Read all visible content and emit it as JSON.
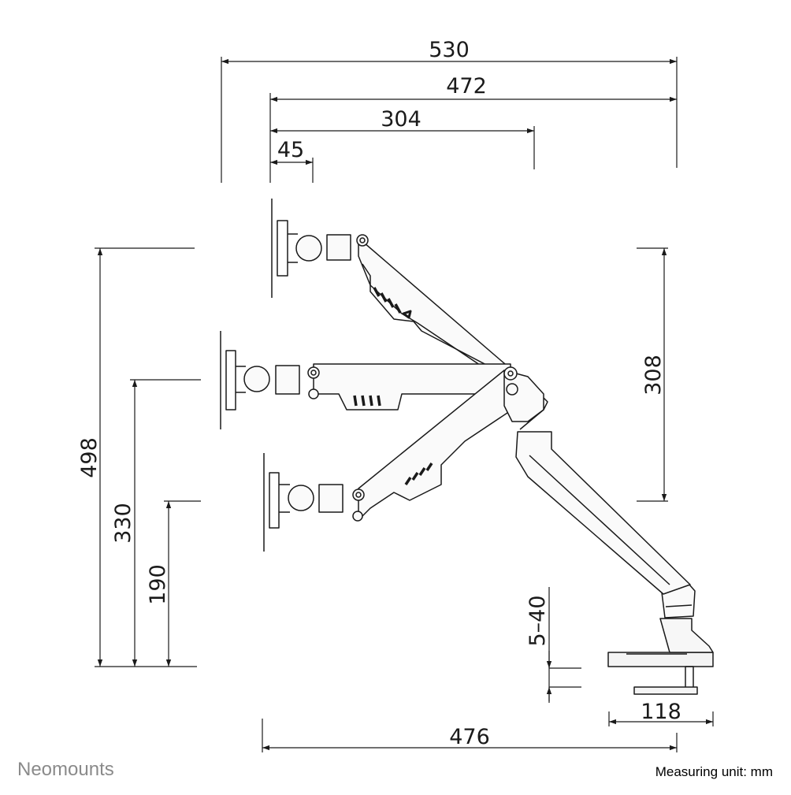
{
  "brand": {
    "name": "Neomounts"
  },
  "footer": {
    "unit_note": "Measuring unit: mm"
  },
  "colors": {
    "line": "#1a1a1a",
    "brand_grey": "#8a8a8a"
  },
  "dimensions": {
    "total_width": "530",
    "arm_reach_max": "472",
    "arm_reach_mid": "304",
    "plate_offset": "45",
    "height_total": "498",
    "height_mid": "330",
    "height_low": "190",
    "vertical_travel": "308",
    "desk_thickness": "5–40",
    "clamp_depth": "118",
    "base_to_plate": "476"
  }
}
